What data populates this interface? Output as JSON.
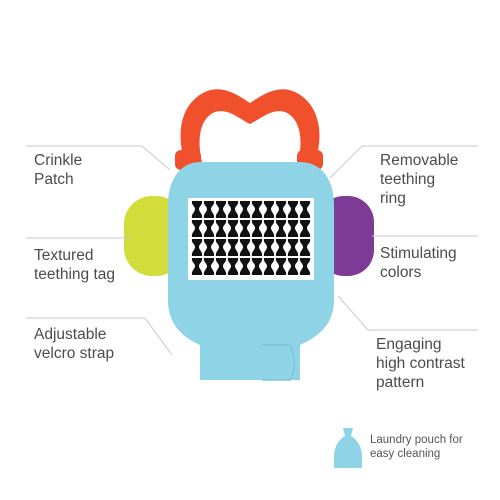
{
  "labels": {
    "crinkle_patch": "Crinkle\nPatch",
    "textured_teething_tag": "Textured\nteething tag",
    "adjustable_velcro_strap": "Adjustable\nvelcro strap",
    "removable_teething_ring": "Removable\nteething\nring",
    "stimulating_colors": "Stimulating\ncolors",
    "high_contrast_pattern": "Engaging\nhigh contrast\npattern"
  },
  "note": {
    "laundry_pouch": "Laundry pouch for\neasy cleaning",
    "icon": "pouch-icon"
  },
  "colors": {
    "body": "#8ed3e6",
    "ring": "#f0502b",
    "left_ear": "#d2dc3a",
    "right_ear": "#7e3b96",
    "pattern_bg": "#ffffff",
    "pattern_ink": "#111111",
    "pointer_line": "#c9c9c9",
    "pouch_icon": "#8ed3e6"
  }
}
